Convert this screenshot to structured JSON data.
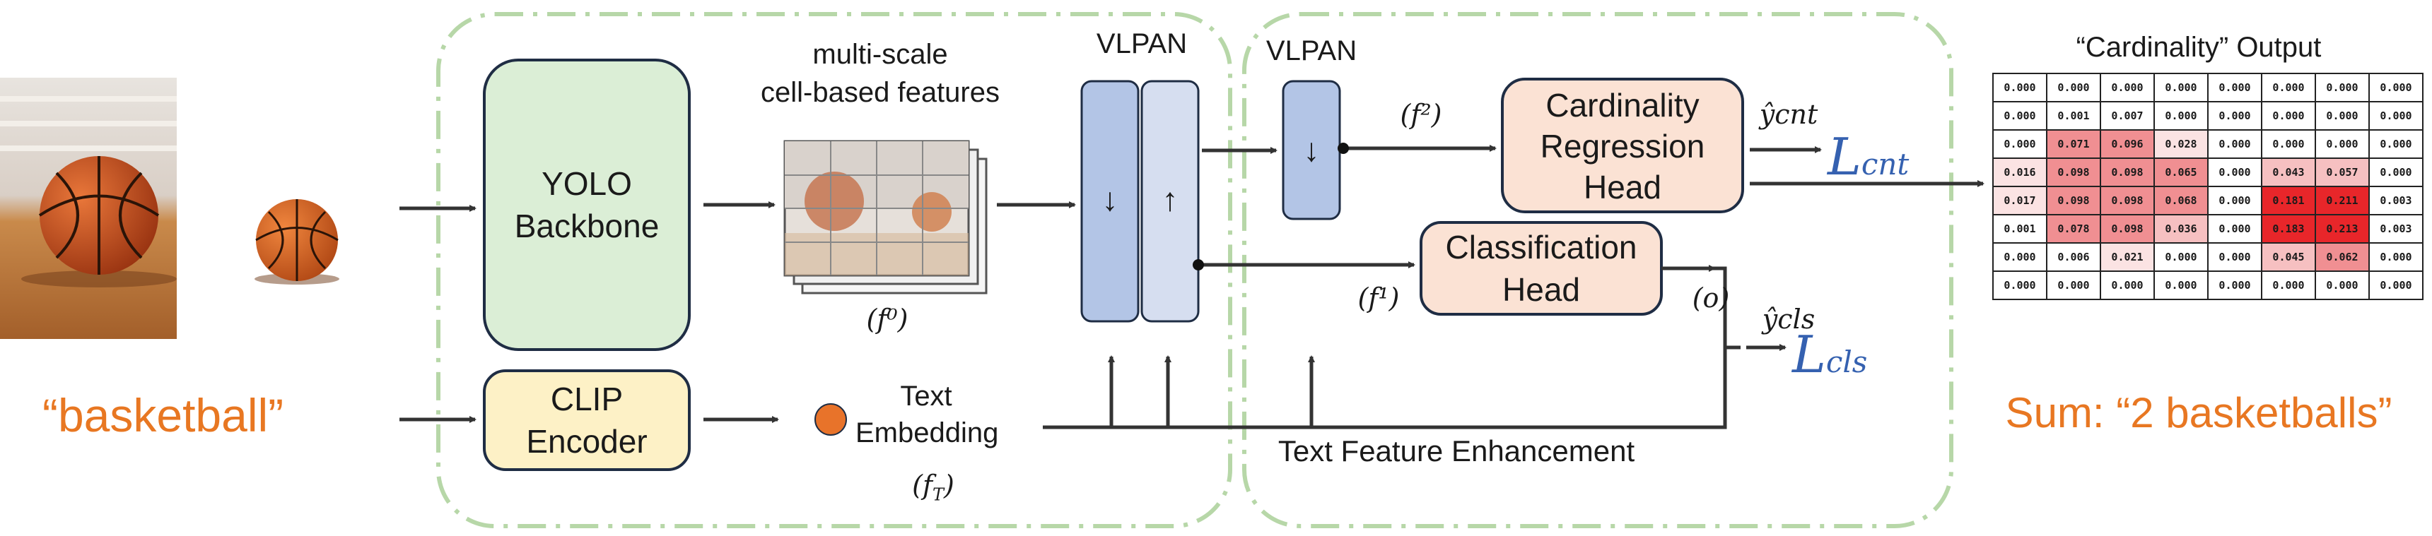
{
  "input": {
    "image_desc": "two basketballs on wooden floor",
    "query_text": "“basketball”"
  },
  "modules": {
    "yolo_backbone": "YOLO\nBackbone",
    "clip_encoder": "CLIP\nEncoder",
    "vlpan_1": "VLPAN",
    "vlpan_2": "VLPAN",
    "cardinality_head": "Cardinality\nRegression\nHead",
    "classification_head": "Classification\nHead"
  },
  "labels": {
    "multiscale": "multi-scale\ncell-based features",
    "f0": "(f⁰)",
    "f1": "(f¹)",
    "f2": "(f²)",
    "text_embedding": "Text\nEmbedding",
    "fT": "(f",
    "fT_sub": "T",
    "fT_close": ")",
    "o": "(o)",
    "y_cnt": "ŷcnt",
    "y_cls": "ŷcls",
    "L_cnt": "L",
    "L_cnt_sub": "cnt",
    "L_cls": "L",
    "L_cls_sub": "cls",
    "text_feature_enhancement": "Text Feature Enhancement",
    "down_arrow": "↓",
    "up_arrow": "↑"
  },
  "output": {
    "title": "“Cardinality” Output",
    "sum": "Sum: “2 basketballs”",
    "grid": [
      [
        "0.000",
        "0.000",
        "0.000",
        "0.000",
        "0.000",
        "0.000",
        "0.000",
        "0.000"
      ],
      [
        "0.000",
        "0.001",
        "0.007",
        "0.000",
        "0.000",
        "0.000",
        "0.000",
        "0.000"
      ],
      [
        "0.000",
        "0.071",
        "0.096",
        "0.028",
        "0.000",
        "0.000",
        "0.000",
        "0.000"
      ],
      [
        "0.016",
        "0.098",
        "0.098",
        "0.065",
        "0.000",
        "0.043",
        "0.057",
        "0.000"
      ],
      [
        "0.017",
        "0.098",
        "0.098",
        "0.068",
        "0.000",
        "0.181",
        "0.211",
        "0.003"
      ],
      [
        "0.001",
        "0.078",
        "0.098",
        "0.036",
        "0.000",
        "0.183",
        "0.213",
        "0.003"
      ],
      [
        "0.000",
        "0.006",
        "0.021",
        "0.000",
        "0.000",
        "0.045",
        "0.062",
        "0.000"
      ],
      [
        "0.000",
        "0.000",
        "0.000",
        "0.000",
        "0.000",
        "0.000",
        "0.000",
        "0.000"
      ]
    ]
  },
  "colors": {
    "green_box": "#dbeed6",
    "yellow_box": "#fdf1c6",
    "peach_box": "#fbe2d4",
    "vlpan_blue": "#b3c5e6",
    "vlpan_light": "#d6def0",
    "dashed_green": "#b7d7a8",
    "orange_text": "#e87722",
    "loss_blue": "#3561b0",
    "dot_orange": "#e8732a"
  }
}
